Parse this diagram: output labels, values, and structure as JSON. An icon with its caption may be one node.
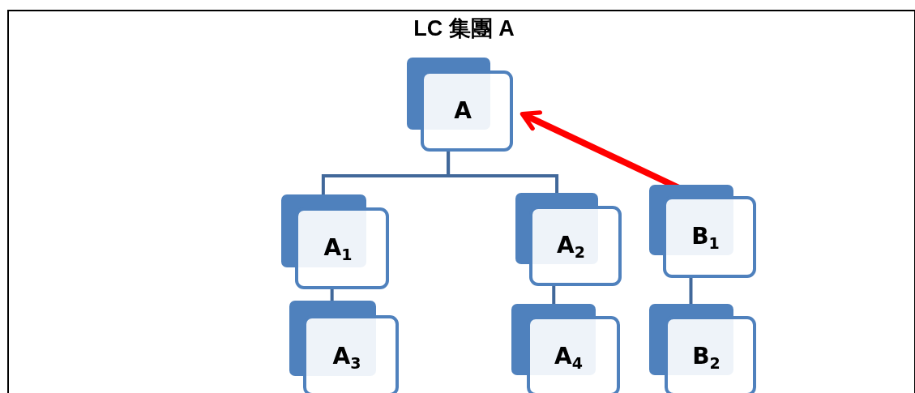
{
  "diagram": {
    "title": "LC 集團 A",
    "nodes": [
      {
        "text": [
          "A"
        ]
      },
      {
        "text": [
          "A$_{1}$"
        ]
      },
      {
        "text": [
          "A$_{2}$"
        ]
      },
      {
        "text": [
          "B$_{1}$"
        ]
      },
      {
        "text": [
          "A$_{3}$"
        ]
      },
      {
        "text": [
          "A$_{4}$"
        ]
      },
      {
        "text": [
          "B$_{2}$"
        ]
      }
    ],
    "edges": [
      {
        "from": 0,
        "to": 1,
        "arrow": "none"
      },
      {
        "from": 0,
        "to": 2,
        "arrow": "none"
      },
      {
        "from": 1,
        "to": 4,
        "arrow": "none"
      },
      {
        "from": 2,
        "to": 5,
        "arrow": "none"
      },
      {
        "from": 3,
        "to": 6,
        "arrow": "none"
      },
      {
        "from": 3,
        "to": 0,
        "arrow": "to",
        "style": "thick",
        "color": "#ff0000"
      }
    ]
  }
}
